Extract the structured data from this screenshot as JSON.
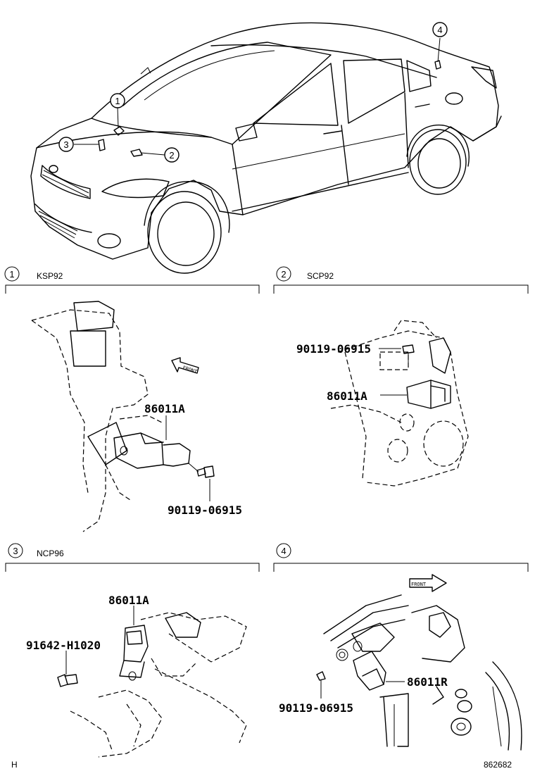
{
  "overview": {
    "callouts": [
      "1",
      "4",
      "3",
      "2"
    ]
  },
  "panels": [
    {
      "number": "1",
      "model": "KSP92",
      "front_label": "FRONT",
      "parts": [
        "86011A",
        "90119-06915"
      ]
    },
    {
      "number": "2",
      "model": "SCP92",
      "parts": [
        "90119-06915",
        "86011A"
      ]
    },
    {
      "number": "3",
      "model": "NCP96",
      "parts": [
        "86011A",
        "91642-H1020"
      ]
    },
    {
      "number": "4",
      "model": "",
      "front_label": "FRONT",
      "parts": [
        "86011R",
        "90119-06915"
      ]
    }
  ],
  "footer": {
    "left": "H",
    "right": "862682"
  }
}
